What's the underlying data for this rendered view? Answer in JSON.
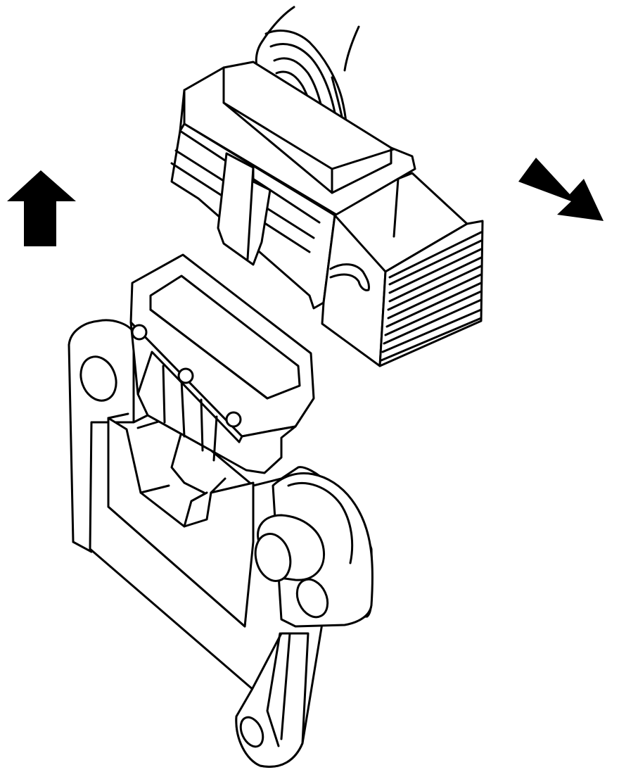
{
  "figure": {
    "kind": "exploded connector diagram",
    "line_color": "#000000",
    "background_color": "#ffffff",
    "arrow_color": "#000000",
    "parts": {
      "connector": "connector-housing",
      "harness": "wire-harness",
      "terminals": "terminal-ribs",
      "bracket": "mounting-bracket",
      "socket": "socket-base"
    },
    "arrows": {
      "up": "arrow-up-icon",
      "diagonal": "arrow-down-right-icon"
    }
  }
}
